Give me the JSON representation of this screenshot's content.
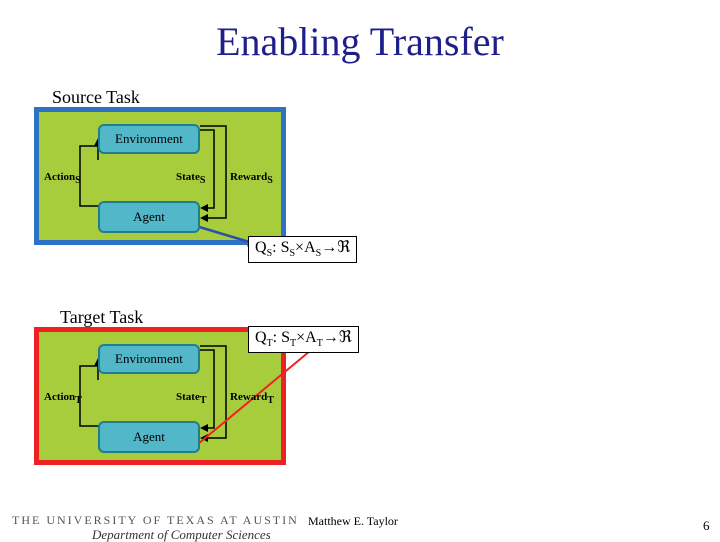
{
  "title": "Enabling Transfer",
  "source_task": {
    "label": "Source Task",
    "environment": "Environment",
    "agent": "Agent",
    "action": "Action",
    "action_sub": "S",
    "state": "State",
    "state_sub": "S",
    "reward": "Reward",
    "reward_sub": "S",
    "border_color": "#2e72c6"
  },
  "target_task": {
    "label": "Target Task",
    "environment": "Environment",
    "agent": "Agent",
    "action": "Action",
    "action_sub": "T",
    "state": "State",
    "state_sub": "T",
    "reward": "Reward",
    "reward_sub": "T",
    "border_color": "#ee2222"
  },
  "q_source": {
    "q": "Q",
    "q_sub": "S",
    "colon": ": ",
    "s": "S",
    "s_sub": "S",
    "times": "×",
    "a": "A",
    "a_sub": "S",
    "arrow": "→",
    "reals": "ℜ"
  },
  "q_target": {
    "q": "Q",
    "q_sub": "T",
    "colon": ": ",
    "s": "S",
    "s_sub": "T",
    "times": "×",
    "a": "A",
    "a_sub": "T",
    "arrow": "→",
    "reals": "ℜ"
  },
  "footer": {
    "university": "THE UNIVERSITY OF TEXAS AT AUSTIN",
    "department": "Department of Computer Sciences",
    "author": "Matthew E. Taylor",
    "page": "6"
  }
}
